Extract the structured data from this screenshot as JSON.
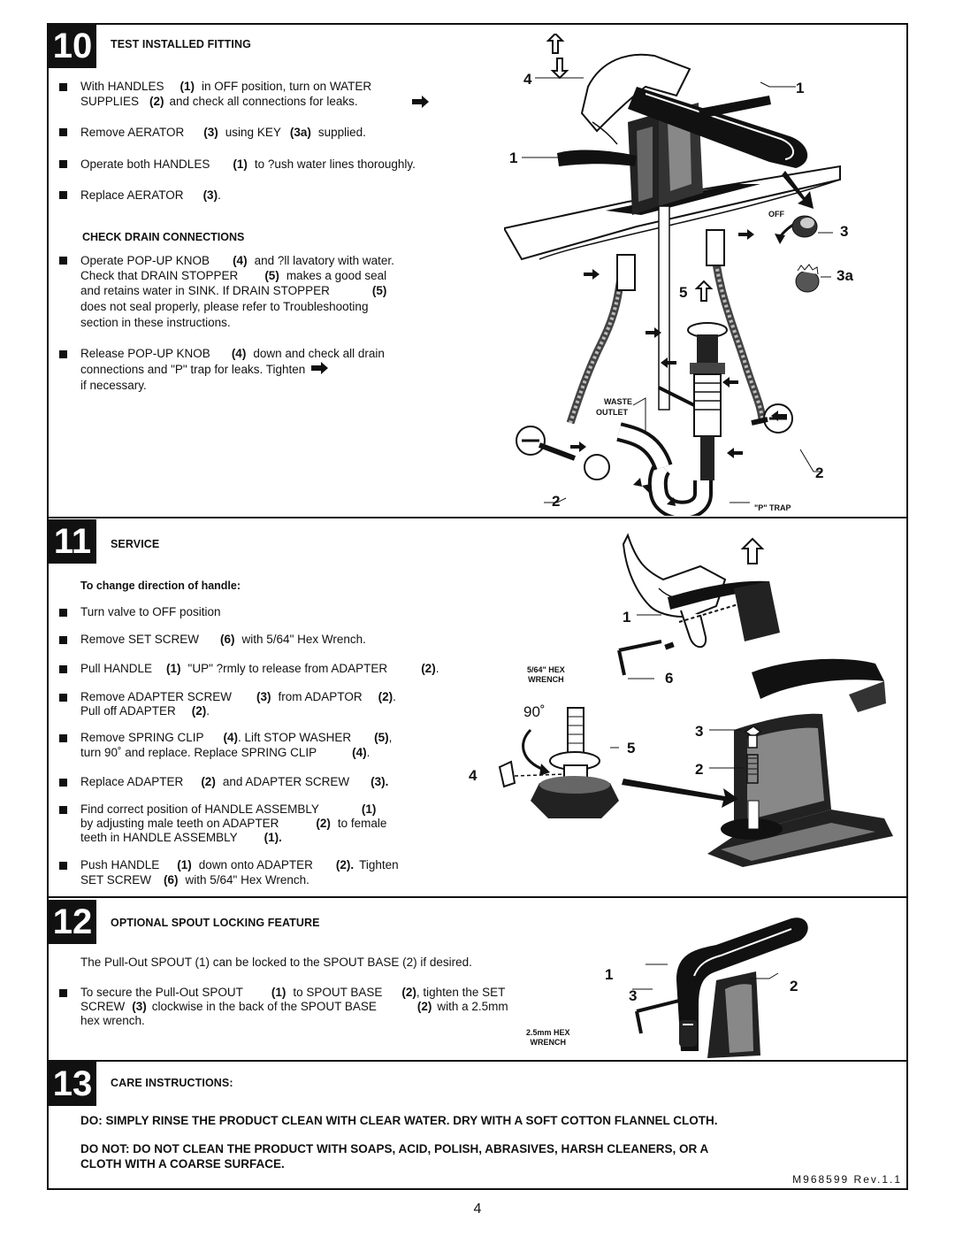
{
  "doc_id": "M968599 Rev.1.1",
  "page_number": "4",
  "step10": {
    "number": "10",
    "title": "TEST INSTALLED FITTING",
    "b1_l1a": "With HANDLES",
    "b1_l1b": "(1)",
    "b1_l1c": "in OFF position, turn on WATER",
    "b1_l2a": "SUPPLIES",
    "b1_l2b": "(2)",
    "b1_l2c": "and check all connections for leaks.",
    "b2a": "Remove AERATOR",
    "b2b": "(3)",
    "b2c": "using KEY",
    "b2d": "(3a)",
    "b2e": "supplied.",
    "b3a": "Operate both HANDLES",
    "b3b": "(1)",
    "b3c": "to ?ush water lines thoroughly.",
    "b4a": "Replace AERATOR",
    "b4b": "(3)",
    "b4c": ".",
    "drain_title": "CHECK DRAIN CONNECTIONS",
    "d1_l1a": "Operate POP-UP KNOB",
    "d1_l1b": "(4)",
    "d1_l1c": "and ?ll lavatory with water.",
    "d1_l2a": "Check that DRAIN STOPPER",
    "d1_l2b": "(5)",
    "d1_l2c": "makes a good seal",
    "d1_l3a": "and retains water in SINK. If DRAIN STOPPER",
    "d1_l3b": "(5)",
    "d1_l4": "does not seal properly, please refer to Troubleshooting",
    "d1_l5": "section in these instructions.",
    "d2_l1a": "Release POP-UP KNOB",
    "d2_l1b": "(4)",
    "d2_l1c": "down and check all drain",
    "d2_l2": "connections and \"P\" trap for leaks.    Tighten",
    "d2_l3": "if necessary.",
    "fig_off": "OFF",
    "fig_waste": "WASTE",
    "fig_outlet": "OUTLET",
    "fig_ptrap": "\"P\" TRAP",
    "c_4": "4",
    "c_1a": "1",
    "c_1b": "1",
    "c_3": "3",
    "c_3a": "3a",
    "c_5": "5",
    "c_2a": "2",
    "c_2b": "2"
  },
  "step11": {
    "number": "11",
    "title": "SERVICE",
    "sub": "To change direction of handle:",
    "s1": "Turn valve to OFF position",
    "s2a": "Remove SET SCREW",
    "s2b": "(6)",
    "s2c": "with 5/64\" Hex Wrench.",
    "s3a": "Pull HANDLE",
    "s3b": "(1)",
    "s3c": "\"UP\" ?rmly to release from ADAPTER",
    "s3d": "(2)",
    "s3e": ".",
    "s4_l1a": "Remove ADAPTER SCREW",
    "s4_l1b": "(3)",
    "s4_l1c": "from ADAPTOR",
    "s4_l1d": "(2)",
    "s4_l1e": ".",
    "s4_l2a": "Pull off ADAPTER",
    "s4_l2b": "(2)",
    "s4_l2c": ".",
    "s5_l1a": "Remove SPRING CLIP",
    "s5_l1b": "(4)",
    "s5_l1c": ". Lift STOP WASHER",
    "s5_l1d": "(5)",
    "s5_l1e": ",",
    "s5_l2a": "turn 90˚ and replace. Replace SPRING CLIP",
    "s5_l2b": "(4)",
    "s5_l2c": ".",
    "s6a": "Replace ADAPTER",
    "s6b": "(2)",
    "s6c": "and ADAPTER SCREW",
    "s6d": "(3).",
    "s7_l1a": "Find correct position of HANDLE ASSEMBLY",
    "s7_l1b": "(1)",
    "s7_l2a": "by adjusting male teeth on ADAPTER",
    "s7_l2b": "(2)",
    "s7_l2c": "to female",
    "s7_l3a": "teeth in HANDLE ASSEMBLY",
    "s7_l3b": "(1).",
    "s8_l1a": "Push HANDLE",
    "s8_l1b": "(1)",
    "s8_l1c": "down onto ADAPTER",
    "s8_l1d": "(2).",
    "s8_l1e": "Tighten",
    "s8_l2a": "SET SCREW",
    "s8_l2b": "(6)",
    "s8_l2c": "with 5/64\" Hex Wrench.",
    "fig_hex1": "5/64\" HEX",
    "fig_hex2": "WRENCH",
    "fig_90": "90˚",
    "c_1": "1",
    "c_6": "6",
    "c_3": "3",
    "c_5": "5",
    "c_2": "2",
    "c_4": "4"
  },
  "step12": {
    "number": "12",
    "title": "OPTIONAL SPOUT LOCKING FEATURE",
    "intro": "The Pull-Out SPOUT (1) can be locked to the SPOUT BASE (2) if desired.",
    "l1a": "To secure the Pull-Out SPOUT",
    "l1b": "(1)",
    "l1c": "to SPOUT BASE",
    "l1d": "(2)",
    "l1e": ", tighten the SET",
    "l2a": "SCREW",
    "l2b": "(3)",
    "l2c": "clockwise in the back of the SPOUT BASE",
    "l2d": "(2)",
    "l2e": "with a 2.5mm",
    "l3": "hex wrench.",
    "fig_hex1": "2.5mm HEX",
    "fig_hex2": "WRENCH",
    "c_1": "1",
    "c_2": "2",
    "c_3": "3"
  },
  "step13": {
    "number": "13",
    "title": "CARE INSTRUCTIONS:",
    "do": "DO: SIMPLY RINSE THE PRODUCT CLEAN WITH  CLEAR WATER. DRY WITH A SOFT COTTON FLANNEL CLOTH.",
    "dont_l1": "DO NOT: DO NOT CLEAN THE PRODUCT WITH SOAPS, ACID, POLISH, ABRASIVES, HARSH CLEANERS, OR A",
    "dont_l2": "CLOTH WITH A COARSE SURFACE."
  }
}
